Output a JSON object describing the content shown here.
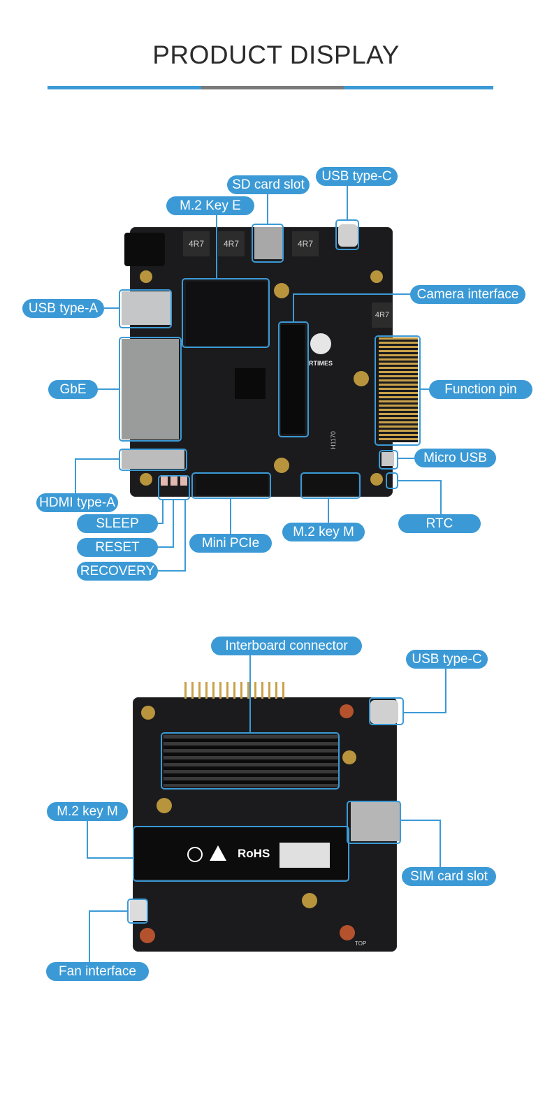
{
  "header": {
    "title": "PRODUCT DISPLAY",
    "accent_color": "#3b9ad6",
    "mid_bar_color": "#7a7a7a"
  },
  "top_board": {
    "labels": {
      "sd_card_slot": "SD card slot",
      "usb_type_c": "USB type-C",
      "m2_key_e": "M.2 Key E",
      "camera_interface": "Camera interface",
      "usb_type_a": "USB type-A",
      "gbe": "GbE",
      "function_pin": "Function pin",
      "micro_usb": "Micro USB",
      "hdmi_type_a": "HDMI type-A",
      "rtc": "RTC",
      "sleep": "SLEEP",
      "reset": "RESET",
      "recovery": "RECOVERY",
      "mini_pcie": "Mini PCIe",
      "m2_key_m": "M.2 key M"
    },
    "silkscreen": {
      "inductor_1": "4R7",
      "inductor_2": "4R7",
      "inductor_3": "4R7",
      "inductor_4": "4R7",
      "brand": "RTIMES",
      "model": "H1170"
    }
  },
  "bottom_board": {
    "labels": {
      "interboard_connector": "Interboard connector",
      "usb_type_c": "USB type-C",
      "m2_key_m": "M.2 key M",
      "sim_card_slot": "SIM card slot",
      "fan_interface": "Fan interface"
    },
    "silkscreen": {
      "rohs": "RoHS",
      "top": "TOP"
    }
  }
}
